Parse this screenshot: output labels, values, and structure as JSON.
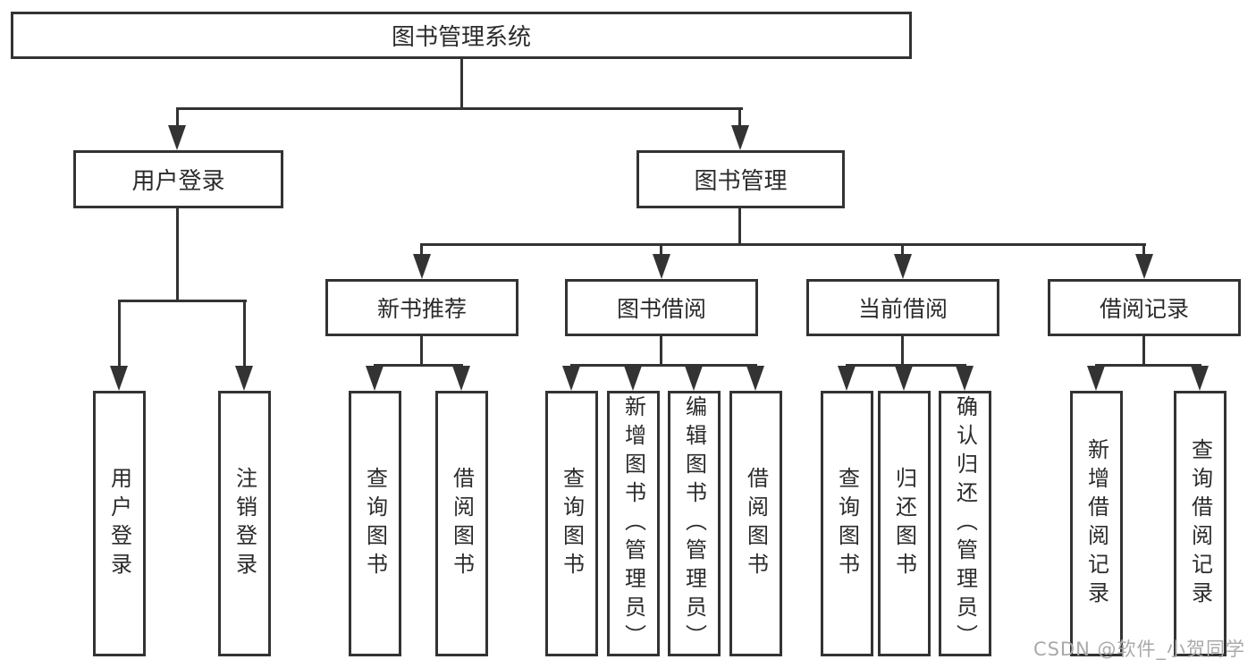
{
  "colors": {
    "line": "#333333",
    "text": "#2b2b2b",
    "background": "#ffffff",
    "watermark": "#a9a9a9"
  },
  "tree": {
    "root": {
      "label": "图书管理系统"
    },
    "branches": [
      {
        "label": "用户登录",
        "children": [
          {
            "label": "用户登录"
          },
          {
            "label": "注销登录"
          }
        ]
      },
      {
        "label": "图书管理",
        "children": [
          {
            "label": "新书推荐",
            "children": [
              {
                "label": "查询图书"
              },
              {
                "label": "借阅图书"
              }
            ]
          },
          {
            "label": "图书借阅",
            "children": [
              {
                "label": "查询图书"
              },
              {
                "label": "新增图书（管理员）"
              },
              {
                "label": "编辑图书（管理员）"
              },
              {
                "label": "借阅图书"
              }
            ]
          },
          {
            "label": "当前借阅",
            "children": [
              {
                "label": "查询图书"
              },
              {
                "label": "归还图书"
              },
              {
                "label": "确认归还（管理员）"
              }
            ]
          },
          {
            "label": "借阅记录",
            "children": [
              {
                "label": "新增借阅记录"
              },
              {
                "label": "查询借阅记录"
              }
            ]
          }
        ]
      }
    ]
  },
  "watermark": {
    "text": "CSDN @软件_小贺同学"
  }
}
